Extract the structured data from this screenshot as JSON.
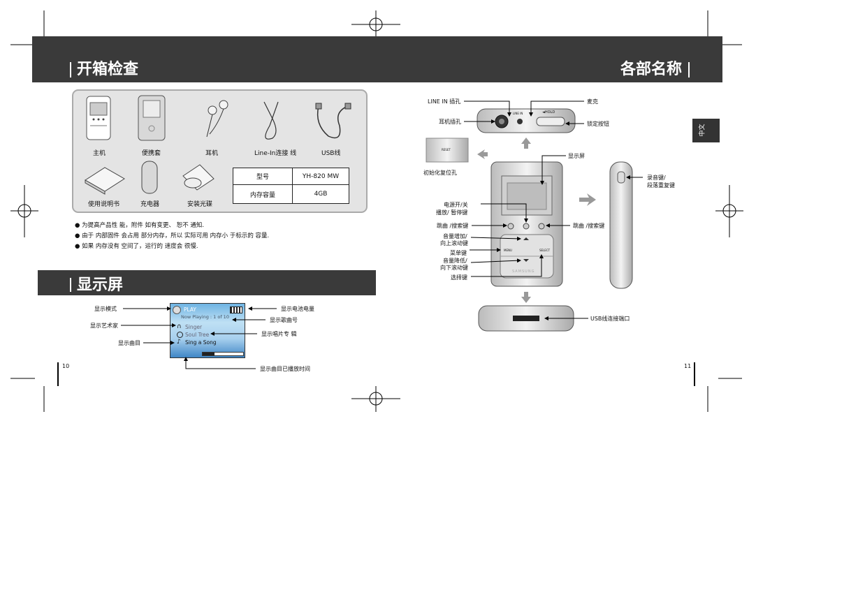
{
  "left_page": {
    "section1_title": "开箱检查",
    "items": [
      {
        "label": "主机"
      },
      {
        "label": "便携套"
      },
      {
        "label": "耳机"
      },
      {
        "label": "Line-In连接 线"
      },
      {
        "label": "USB线"
      },
      {
        "label": "使用说明书"
      },
      {
        "label": "充电器"
      },
      {
        "label": "安装光碟"
      }
    ],
    "spec_table": [
      [
        "型号",
        "YH-820 MW"
      ],
      [
        "内存容量",
        "4GB"
      ]
    ],
    "notes": [
      "为提高产品性 能，附件 如有变更、 恕不 通知.",
      "由于 内部固件 会占用 部分内存，所以 实际可用 内存小 于标示的 容量.",
      "如果 内存没有 空间了，运行的 速度会 很慢."
    ],
    "section2_title": "显示屏",
    "screen": {
      "mode": "PLAY",
      "now_playing": "Now Playing : 1 of 10",
      "artist": "Singer",
      "album": "Soul Tree",
      "song": "Sing a Song"
    },
    "callouts": {
      "mode": "显示模式",
      "artist": "显示艺术家",
      "track": "显示曲目",
      "battery": "显示电池电量",
      "track_number": "显示歌曲号",
      "album": "显示唱片专 辑",
      "elapsed": "显示曲目已播放时间"
    },
    "page_number": "10"
  },
  "right_page": {
    "title": "各部名称",
    "side_tab": "中文",
    "labels": {
      "line_in": "LINE IN 插孔",
      "mic": "麦克",
      "earphone": "耳机插孔",
      "hold": "锁定按钮",
      "reset": "初始化复位孔",
      "display": "显示屏",
      "power": "电源开/关",
      "play_pause": "播放/ 暂停键",
      "skip_left": "跳曲 /搜索键",
      "vol_up_1": "音量增加/",
      "vol_up_2": "向上滚动键",
      "menu": "菜单键",
      "vol_down_1": "音量降低/",
      "vol_down_2": "向下滚动键",
      "select": "选择键",
      "skip_right": "跳曲 /搜索键",
      "record_1": "录音键/",
      "record_2": "段落重复键",
      "usb": "USB线连接端口"
    },
    "device_text": {
      "line_in_port": "LINE IN",
      "hold_switch": "◄HOLD",
      "reset_label": "RESET",
      "menu_btn": "MENU",
      "select_btn": "SELECT",
      "brand": "SAMSUNG"
    },
    "page_number": "11"
  }
}
